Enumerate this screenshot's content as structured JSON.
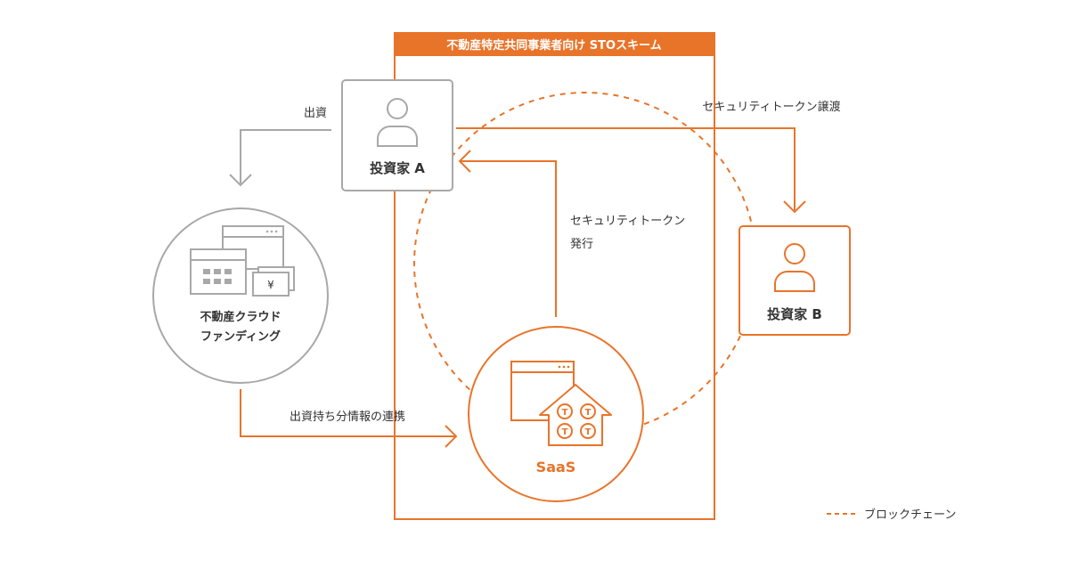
{
  "colors": {
    "accent": "#E8742A",
    "gray": "#A8A8A8",
    "text": "#333333",
    "white": "#FFFFFF"
  },
  "scheme": {
    "title": "不動産特定共同事業者向け STOスキーム"
  },
  "nodes": {
    "investor_a": {
      "label": "投資家 A",
      "icon": "person-icon"
    },
    "investor_b": {
      "label": "投資家 B",
      "icon": "person-icon"
    },
    "crowdfunding": {
      "line1": "不動産クラウド",
      "line2": "ファンディング",
      "icon": "building-money-icon"
    },
    "saas": {
      "label": "SaaS",
      "icon": "house-token-icon",
      "token_letter": "T"
    }
  },
  "edges": {
    "investment": "出資",
    "token_transfer": "セキュリティトークン譲渡",
    "token_issue_line1": "セキュリティトークン",
    "token_issue_line2": "発行",
    "info_link": "出資持ち分情報の連携"
  },
  "legend": {
    "dash": "- - -",
    "label": "ブロックチェーン"
  },
  "misc": {
    "yen": "¥",
    "dots": "•••"
  }
}
